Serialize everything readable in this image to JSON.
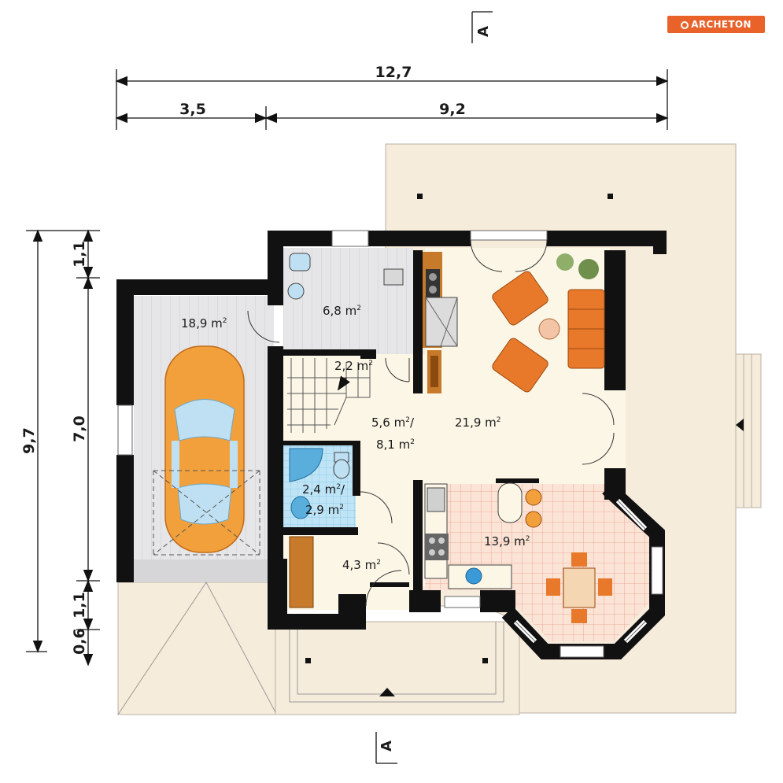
{
  "brand": {
    "logo": "ARCHETON"
  },
  "section_marker": {
    "label": "A"
  },
  "dimensions": {
    "top_total": "12,7",
    "top_left": "3,5",
    "top_right": "9,2",
    "left_total": "9,7",
    "left_middle": "7,0",
    "left_top": "1,1",
    "left_bottom_upper": "1,1",
    "left_bottom_lower": "0,6"
  },
  "rooms": {
    "garage": "18,9 m",
    "utility": "6,8 m",
    "stairs": "2,2 m",
    "hall_a": "5,6 m",
    "hall_b": "8,1 m",
    "living": "21,9 m",
    "bath_a": "2,4 m",
    "bath_b": "2,9 m",
    "kitchen_dining": "13,9 m",
    "vestibule": "4,3 m",
    "unit_sup": "2"
  },
  "colors": {
    "wall": "#111111",
    "floor": "#fcf6e6",
    "terrace": "#f6ecdc",
    "garage_floor": "#e6e6e8",
    "tile_blue": "#bfe4f6",
    "kitchen_tile": "#fbe3d6",
    "car": "#f2a03c",
    "furniture": "#e8782a",
    "brand": "#e8622a"
  }
}
